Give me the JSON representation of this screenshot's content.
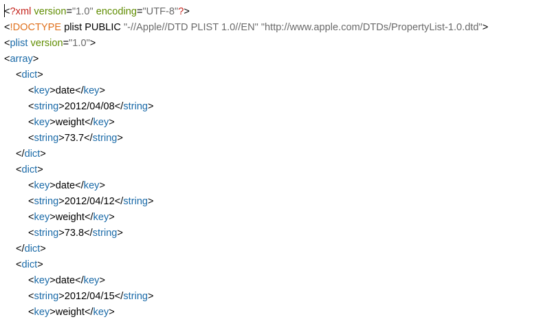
{
  "colors": {
    "tag": "#1a6aa8",
    "attribute": "#5f8c00",
    "doctype": "#e0701c",
    "declaration": "#c4221b",
    "string": "#6a6a6a",
    "text": "#000000",
    "background": "#ffffff"
  },
  "lines": [
    {
      "indent": 0,
      "tokens": [
        {
          "t": "<",
          "c": "tx"
        },
        {
          "t": "?xml",
          "c": "rd"
        },
        {
          "t": " ",
          "c": "tx"
        },
        {
          "t": "version",
          "c": "ol"
        },
        {
          "t": "=",
          "c": "tx"
        },
        {
          "t": "\"1.0\"",
          "c": "gr"
        },
        {
          "t": " ",
          "c": "tx"
        },
        {
          "t": "encoding",
          "c": "ol"
        },
        {
          "t": "=",
          "c": "tx"
        },
        {
          "t": "\"UTF-8\"",
          "c": "gr"
        },
        {
          "t": "?",
          "c": "rd"
        },
        {
          "t": ">",
          "c": "tx"
        }
      ]
    },
    {
      "indent": 0,
      "tokens": [
        {
          "t": "<",
          "c": "tx"
        },
        {
          "t": "!DOCTYPE",
          "c": "or"
        },
        {
          "t": " plist PUBLIC ",
          "c": "tx"
        },
        {
          "t": "\"-//Apple//DTD PLIST 1.0//EN\"",
          "c": "gr"
        },
        {
          "t": " ",
          "c": "tx"
        },
        {
          "t": "\"http://www.apple.com/DTDs/PropertyList-1.0.dtd\"",
          "c": "gr"
        },
        {
          "t": ">",
          "c": "tx"
        }
      ]
    },
    {
      "indent": 0,
      "tokens": [
        {
          "t": "<",
          "c": "tx"
        },
        {
          "t": "plist",
          "c": "bl"
        },
        {
          "t": " ",
          "c": "tx"
        },
        {
          "t": "version",
          "c": "ol"
        },
        {
          "t": "=",
          "c": "tx"
        },
        {
          "t": "\"1.0\"",
          "c": "gr"
        },
        {
          "t": ">",
          "c": "tx"
        }
      ]
    },
    {
      "indent": 0,
      "tokens": [
        {
          "t": "<",
          "c": "tx"
        },
        {
          "t": "array",
          "c": "bl"
        },
        {
          "t": ">",
          "c": "tx"
        }
      ]
    },
    {
      "indent": 1,
      "tokens": [
        {
          "t": "<",
          "c": "tx"
        },
        {
          "t": "dict",
          "c": "bl"
        },
        {
          "t": ">",
          "c": "tx"
        }
      ]
    },
    {
      "indent": 2,
      "tokens": [
        {
          "t": "<",
          "c": "tx"
        },
        {
          "t": "key",
          "c": "bl"
        },
        {
          "t": ">date</",
          "c": "tx"
        },
        {
          "t": "key",
          "c": "bl"
        },
        {
          "t": ">",
          "c": "tx"
        }
      ]
    },
    {
      "indent": 2,
      "tokens": [
        {
          "t": "<",
          "c": "tx"
        },
        {
          "t": "string",
          "c": "bl"
        },
        {
          "t": ">2012/04/08</",
          "c": "tx"
        },
        {
          "t": "string",
          "c": "bl"
        },
        {
          "t": ">",
          "c": "tx"
        }
      ]
    },
    {
      "indent": 2,
      "tokens": [
        {
          "t": "<",
          "c": "tx"
        },
        {
          "t": "key",
          "c": "bl"
        },
        {
          "t": ">weight</",
          "c": "tx"
        },
        {
          "t": "key",
          "c": "bl"
        },
        {
          "t": ">",
          "c": "tx"
        }
      ]
    },
    {
      "indent": 2,
      "tokens": [
        {
          "t": "<",
          "c": "tx"
        },
        {
          "t": "string",
          "c": "bl"
        },
        {
          "t": ">73.7</",
          "c": "tx"
        },
        {
          "t": "string",
          "c": "bl"
        },
        {
          "t": ">",
          "c": "tx"
        }
      ]
    },
    {
      "indent": 1,
      "tokens": [
        {
          "t": "</",
          "c": "tx"
        },
        {
          "t": "dict",
          "c": "bl"
        },
        {
          "t": ">",
          "c": "tx"
        }
      ]
    },
    {
      "indent": 1,
      "tokens": [
        {
          "t": "<",
          "c": "tx"
        },
        {
          "t": "dict",
          "c": "bl"
        },
        {
          "t": ">",
          "c": "tx"
        }
      ]
    },
    {
      "indent": 2,
      "tokens": [
        {
          "t": "<",
          "c": "tx"
        },
        {
          "t": "key",
          "c": "bl"
        },
        {
          "t": ">date</",
          "c": "tx"
        },
        {
          "t": "key",
          "c": "bl"
        },
        {
          "t": ">",
          "c": "tx"
        }
      ]
    },
    {
      "indent": 2,
      "tokens": [
        {
          "t": "<",
          "c": "tx"
        },
        {
          "t": "string",
          "c": "bl"
        },
        {
          "t": ">2012/04/12</",
          "c": "tx"
        },
        {
          "t": "string",
          "c": "bl"
        },
        {
          "t": ">",
          "c": "tx"
        }
      ]
    },
    {
      "indent": 2,
      "tokens": [
        {
          "t": "<",
          "c": "tx"
        },
        {
          "t": "key",
          "c": "bl"
        },
        {
          "t": ">weight</",
          "c": "tx"
        },
        {
          "t": "key",
          "c": "bl"
        },
        {
          "t": ">",
          "c": "tx"
        }
      ]
    },
    {
      "indent": 2,
      "tokens": [
        {
          "t": "<",
          "c": "tx"
        },
        {
          "t": "string",
          "c": "bl"
        },
        {
          "t": ">73.8</",
          "c": "tx"
        },
        {
          "t": "string",
          "c": "bl"
        },
        {
          "t": ">",
          "c": "tx"
        }
      ]
    },
    {
      "indent": 1,
      "tokens": [
        {
          "t": "</",
          "c": "tx"
        },
        {
          "t": "dict",
          "c": "bl"
        },
        {
          "t": ">",
          "c": "tx"
        }
      ]
    },
    {
      "indent": 1,
      "tokens": [
        {
          "t": "<",
          "c": "tx"
        },
        {
          "t": "dict",
          "c": "bl"
        },
        {
          "t": ">",
          "c": "tx"
        }
      ]
    },
    {
      "indent": 2,
      "tokens": [
        {
          "t": "<",
          "c": "tx"
        },
        {
          "t": "key",
          "c": "bl"
        },
        {
          "t": ">date</",
          "c": "tx"
        },
        {
          "t": "key",
          "c": "bl"
        },
        {
          "t": ">",
          "c": "tx"
        }
      ]
    },
    {
      "indent": 2,
      "tokens": [
        {
          "t": "<",
          "c": "tx"
        },
        {
          "t": "string",
          "c": "bl"
        },
        {
          "t": ">2012/04/15</",
          "c": "tx"
        },
        {
          "t": "string",
          "c": "bl"
        },
        {
          "t": ">",
          "c": "tx"
        }
      ]
    },
    {
      "indent": 2,
      "tokens": [
        {
          "t": "<",
          "c": "tx"
        },
        {
          "t": "key",
          "c": "bl"
        },
        {
          "t": ">weight</",
          "c": "tx"
        },
        {
          "t": "key",
          "c": "bl"
        },
        {
          "t": ">",
          "c": "tx"
        }
      ]
    }
  ]
}
